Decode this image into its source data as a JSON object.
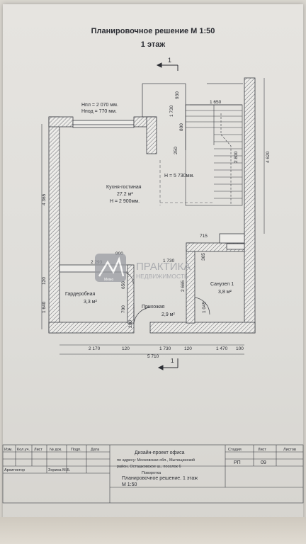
{
  "sheet": {
    "title": "Планировочное решение М 1:50",
    "floor": "1 этаж"
  },
  "section_mark": "1",
  "heights": {
    "hpl": "Нпл = 2 070 мм.",
    "hpod": "Нпод = 770 мм."
  },
  "rooms": {
    "kitchen": {
      "name": "Кухня-гостиная",
      "area": "27.2 м²",
      "height": "H = 2 900мм."
    },
    "stair_height": "H = 5 730мм.",
    "wardrobe": {
      "name": "Гардеробная",
      "area": "3,3 м²"
    },
    "hallway": {
      "name": "Прихожая",
      "area": "2,9 м²"
    },
    "bathroom": {
      "name": "Санузел 1",
      "area": "3,8 м²"
    }
  },
  "dims": {
    "d930": "930",
    "d1730a": "1 730",
    "d1650": "1 650",
    "d800a": "800",
    "d250": "250",
    "d2800": "2 800",
    "d4620": "4 620",
    "d4365": "4 365",
    "d715": "715",
    "d900": "900",
    "d1730b": "1 730",
    "d2293": "2 293",
    "d365": "365",
    "d2665": "2 665",
    "d1045": "1 045",
    "d650": "650",
    "d700": "700",
    "d120a": "120",
    "d1640": "1 640",
    "d260": "260",
    "d2170": "2 170",
    "d120b": "120",
    "d1730c": "1 730",
    "d120c": "120",
    "d1470": "1 470",
    "d100": "100",
    "d5710": "5 710"
  },
  "watermark": {
    "brand": "ПРАКТИКА",
    "sub": "НЕДВИЖИМОСТЬ",
    "logo": "Мемо"
  },
  "stamp": {
    "head": [
      "Изм.",
      "Кол.уч.",
      "Лист",
      "№ док.",
      "Подп.",
      "Дата"
    ],
    "role": "Архитектор",
    "person": "Зорина М.Б.",
    "project_title": "Дизайн-проект офиса",
    "address": [
      "по адресу: Московская обл., Мытищинский",
      "район, Осташковское ш., поселок 6",
      "Поворотка"
    ],
    "col_stage": "Стадия",
    "col_sheet": "Лист",
    "col_sheets": "Листов",
    "stage_val": "РП",
    "sheet_val": "09",
    "drawing_title": "Планировочное решение. 1 этаж",
    "drawing_scale": "М 1:50"
  }
}
